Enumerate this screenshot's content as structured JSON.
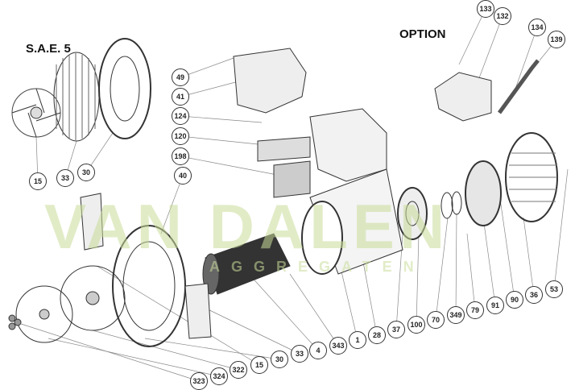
{
  "titles": {
    "sae": "S.A.E. 5",
    "option": "OPTION"
  },
  "watermark": {
    "brand": "VAN DALEN",
    "sub": "AGGREGATEN"
  },
  "callouts": [
    {
      "label": "133",
      "name": "part-133"
    },
    {
      "label": "132",
      "name": "part-132"
    },
    {
      "label": "134",
      "name": "part-134"
    },
    {
      "label": "139",
      "name": "part-139"
    },
    {
      "label": "49",
      "name": "part-49"
    },
    {
      "label": "41",
      "name": "part-41"
    },
    {
      "label": "124",
      "name": "part-124"
    },
    {
      "label": "120",
      "name": "part-120"
    },
    {
      "label": "198",
      "name": "part-198"
    },
    {
      "label": "40",
      "name": "part-40"
    },
    {
      "label": "15",
      "name": "part-15-top"
    },
    {
      "label": "33",
      "name": "part-33-top"
    },
    {
      "label": "30",
      "name": "part-30-top"
    },
    {
      "label": "323",
      "name": "part-323"
    },
    {
      "label": "324",
      "name": "part-324"
    },
    {
      "label": "322",
      "name": "part-322"
    },
    {
      "label": "15",
      "name": "part-15"
    },
    {
      "label": "30",
      "name": "part-30"
    },
    {
      "label": "33",
      "name": "part-33"
    },
    {
      "label": "4",
      "name": "part-4"
    },
    {
      "label": "343",
      "name": "part-343"
    },
    {
      "label": "1",
      "name": "part-1"
    },
    {
      "label": "28",
      "name": "part-28"
    },
    {
      "label": "37",
      "name": "part-37"
    },
    {
      "label": "100",
      "name": "part-100"
    },
    {
      "label": "70",
      "name": "part-70"
    },
    {
      "label": "349",
      "name": "part-349"
    },
    {
      "label": "79",
      "name": "part-79"
    },
    {
      "label": "91",
      "name": "part-91"
    },
    {
      "label": "90",
      "name": "part-90"
    },
    {
      "label": "36",
      "name": "part-36"
    },
    {
      "label": "53",
      "name": "part-53"
    }
  ]
}
